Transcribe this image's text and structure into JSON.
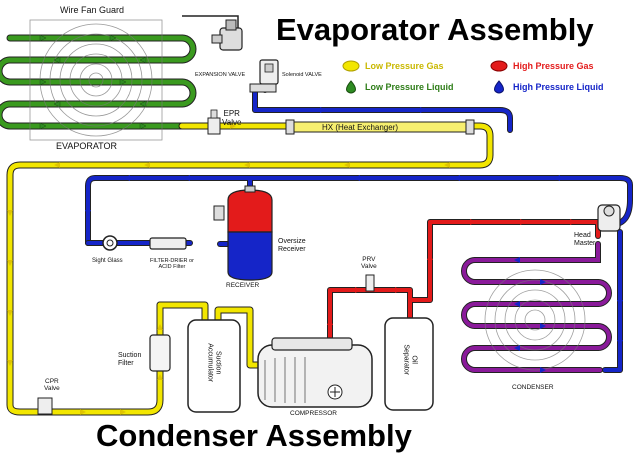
{
  "titles": {
    "evaporator": "Evaporator Assembly",
    "condenser": "Condenser Assembly"
  },
  "legend": [
    {
      "label": "Low Pressure Gas",
      "shape": "oval",
      "color": "#f2e600",
      "text_color": "#c9b800"
    },
    {
      "label": "Low Pressure Liquid",
      "shape": "drop",
      "color": "#2e8b22",
      "text_color": "#2e7d18"
    },
    {
      "label": "High Pressure Gas",
      "shape": "oval",
      "color": "#e31b1b",
      "text_color": "#e31b1b"
    },
    {
      "label": "High Pressure Liquid",
      "shape": "drop",
      "color": "#1525c8",
      "text_color": "#1525c8"
    }
  ],
  "labels": {
    "wire_fan_guard": "Wire Fan Guard",
    "evaporator": "EVAPORATOR",
    "expansion_valve": "EXPANSION VALVE",
    "solenoid_valve": "Solenoid VALVE",
    "epr_valve": "EPR\nValve",
    "hx": "HX (Heat Exchanger)",
    "sight_glass": "Sight Glass",
    "filter_drier": "FILTER-DRIER or\nACID Filter",
    "oversize_receiver": "Oversize\nReceiver",
    "receiver": "RECEIVER",
    "prv_valve": "PRV\nValve",
    "head_master": "Head\nMaster",
    "suction_filter": "Suction\nFilter",
    "suction_accumulator": "Suction\nAccumulator",
    "oil_separator": "Oil\nSeparator",
    "compressor": "COMPRESSOR",
    "condenser": "CONDENSER",
    "cpr_valve": "CPR\nValve"
  },
  "colors": {
    "low_pressure_gas": "#f2e600",
    "low_pressure_liquid": "#2e8b22",
    "high_pressure_gas": "#e31b1b",
    "high_pressure_liquid": "#1525c8",
    "outline": "#222222"
  }
}
